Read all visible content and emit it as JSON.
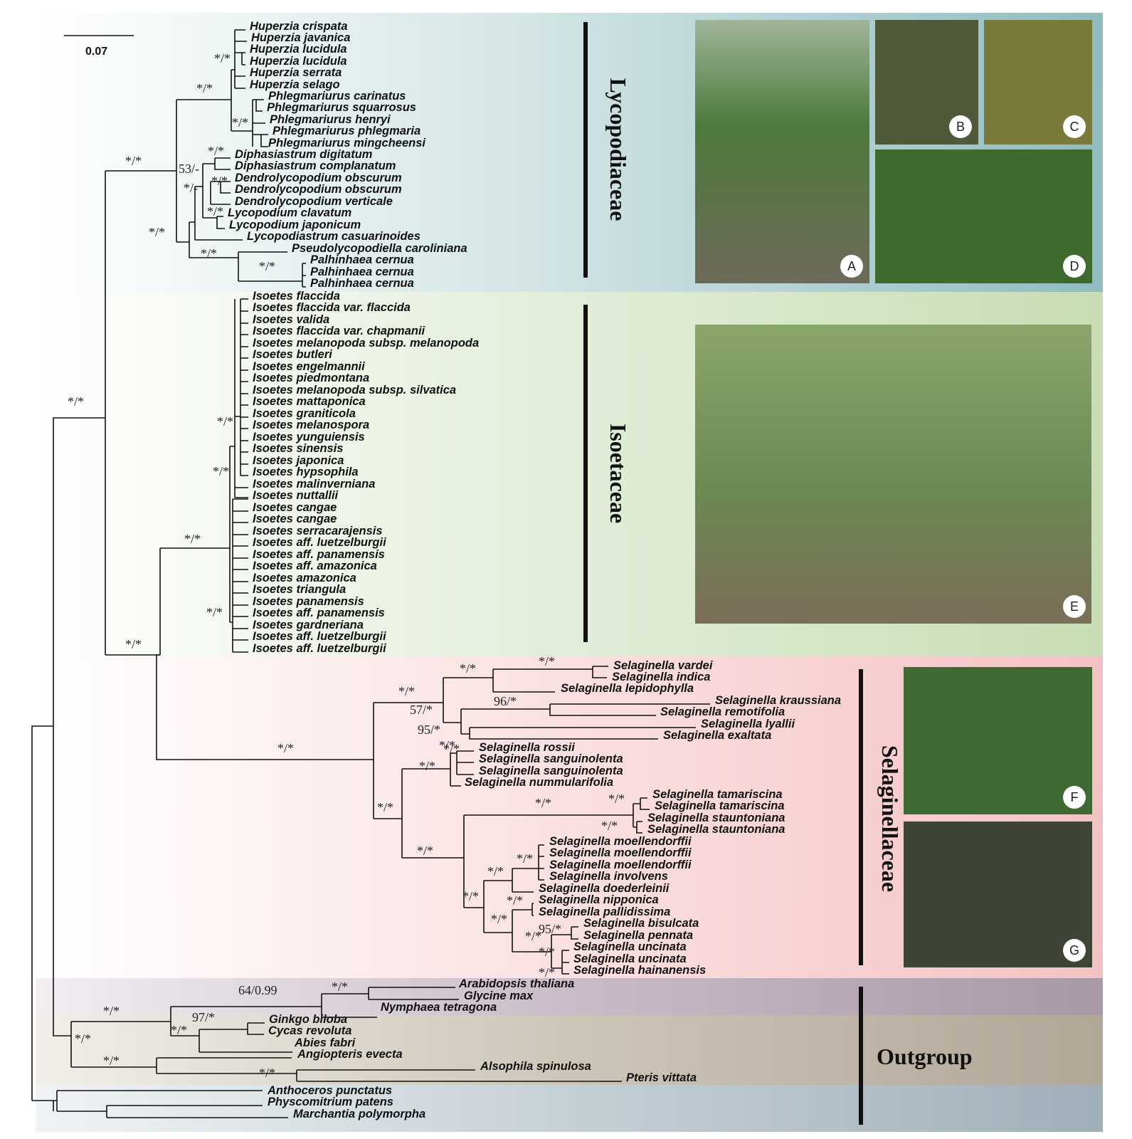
{
  "scale_bar": {
    "label": "0.07"
  },
  "families": [
    "Lycopodiaceae",
    "Isoetaceae",
    "Selaginellaceae",
    "Outgroup"
  ],
  "photo_letters": [
    "A",
    "B",
    "C",
    "D",
    "E",
    "F",
    "G"
  ],
  "taxa": [
    "Huperzia crispata",
    "Huperzia javanica",
    "Huperzia lucidula",
    "Huperzia lucidula",
    "Huperzia serrata",
    "Huperzia selago",
    "Phlegmariurus carinatus",
    "Phlegmariurus squarrosus",
    "Phlegmariurus henryi",
    "Phlegmariurus phlegmaria",
    "Phlegmariurus mingcheensi",
    "Diphasiastrum digitatum",
    "Diphasiastrum complanatum",
    "Dendrolycopodium obscurum",
    "Dendrolycopodium obscurum",
    "Dendrolycopodium verticale",
    "Lycopodium clavatum",
    "Lycopodium japonicum",
    "Lycopodiastrum casuarinoides",
    "Pseudolycopodiella caroliniana",
    "Palhinhaea cernua",
    "Palhinhaea cernua",
    "Palhinhaea cernua",
    "Isoetes flaccida",
    "Isoetes flaccida var. flaccida",
    "Isoetes valida",
    "Isoetes flaccida var. chapmanii",
    "Isoetes melanopoda subsp. melanopoda",
    "Isoetes butleri",
    "Isoetes engelmannii",
    "Isoetes piedmontana",
    "Isoetes melanopoda subsp. silvatica",
    "Isoetes mattaponica",
    "Isoetes graniticola",
    "Isoetes melanospora",
    "Isoetes yunguiensis",
    "Isoetes sinensis",
    "Isoetes japonica",
    "Isoetes hypsophila",
    "Isoetes malinverniana",
    "Isoetes nuttallii",
    "Isoetes cangae",
    "Isoetes cangae",
    "Isoetes serracarajensis",
    "Isoetes aff. luetzelburgii",
    "Isoetes aff. panamensis",
    "Isoetes aff. amazonica",
    "Isoetes amazonica",
    "Isoetes triangula",
    "Isoetes panamensis",
    "Isoetes aff. panamensis",
    "Isoetes gardneriana",
    "Isoetes aff. luetzelburgii",
    "Isoetes aff. luetzelburgii",
    "Selaginella vardei",
    "Selaginella indica",
    "Selaginella lepidophylla",
    "Selaginella kraussiana",
    "Selaginella remotifolia",
    "Selaginella lyallii",
    "Selaginella exaltata",
    "Selaginella rossii",
    "Selaginella sanguinolenta",
    "Selaginella sanguinolenta",
    "Selaginella nummularifolia",
    "Selaginella tamariscina",
    "Selaginella tamariscina",
    "Selaginella stauntoniana",
    "Selaginella stauntoniana",
    "Selaginella moellendorffii",
    "Selaginella moellendorffii",
    "Selaginella moellendorffii",
    "Selaginella involvens",
    "Selaginella doederleinii",
    "Selaginella nipponica",
    "Selaginella pallidissima",
    "Selaginella bisulcata",
    "Selaginella pennata",
    "Selaginella uncinata",
    "Selaginella uncinata",
    "Selaginella hainanensis",
    "Arabidopsis thaliana",
    "Glycine max",
    "Nymphaea tetragona",
    "Ginkgo biloba",
    "Cycas revoluta",
    "Abies fabri",
    "Angiopteris evecta",
    "Alsophila spinulosa",
    "Pteris vittata",
    "Anthoceros punctatus",
    "Physcomitrium patens",
    "Marchantia polymorpha"
  ],
  "supports": [
    "*/*",
    "*/*",
    "*/*",
    "*/*",
    "53/-",
    "*/*",
    "*/-",
    "*/*",
    "*/*",
    "*/*",
    "*/*",
    "*/*",
    "*/*",
    "*/*",
    "*/*",
    "*/*",
    "*/*",
    "*/*",
    "*/*",
    "*/*",
    "*/*",
    "96/*",
    "57/*",
    "95/*",
    "*/*",
    "*/*",
    "*/*",
    "*/*",
    "*/*",
    "*/*",
    "*/*",
    "*/*",
    "*/*",
    "*/*",
    "*/*",
    "*/*",
    "*/*",
    "*/*",
    "*/*",
    "95/*",
    "*/*",
    "*/*",
    "*/*",
    "64/0.99",
    "*/*",
    "97/*",
    "*/*",
    "*/*",
    "*/*",
    "*/*"
  ]
}
